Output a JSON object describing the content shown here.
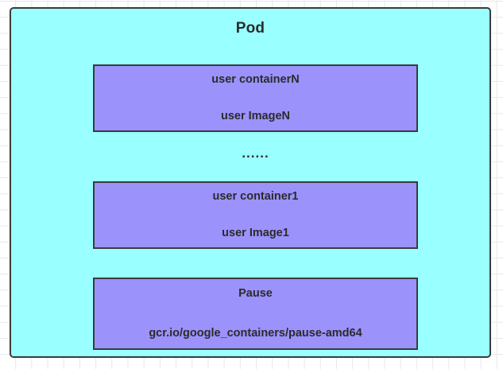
{
  "diagram": {
    "pod": {
      "title": "Pod",
      "fill_color": "#99FFFF",
      "border_color": "#3B3B3B"
    },
    "containers": [
      {
        "id": "user-container-n",
        "name_label": "user containerN",
        "image_label": "user ImageN",
        "fill_color": "#9B92FB",
        "border_color": "#3B3B3B"
      },
      {
        "id": "user-container-1",
        "name_label": "user container1",
        "image_label": "user Image1",
        "fill_color": "#9B92FB",
        "border_color": "#3B3B3B"
      },
      {
        "id": "pause-container",
        "name_label": "Pause",
        "image_label": "gcr.io/google_containers/pause-amd64",
        "fill_color": "#9B92FB",
        "border_color": "#3B3B3B"
      }
    ],
    "ellipsis_label": "......"
  }
}
